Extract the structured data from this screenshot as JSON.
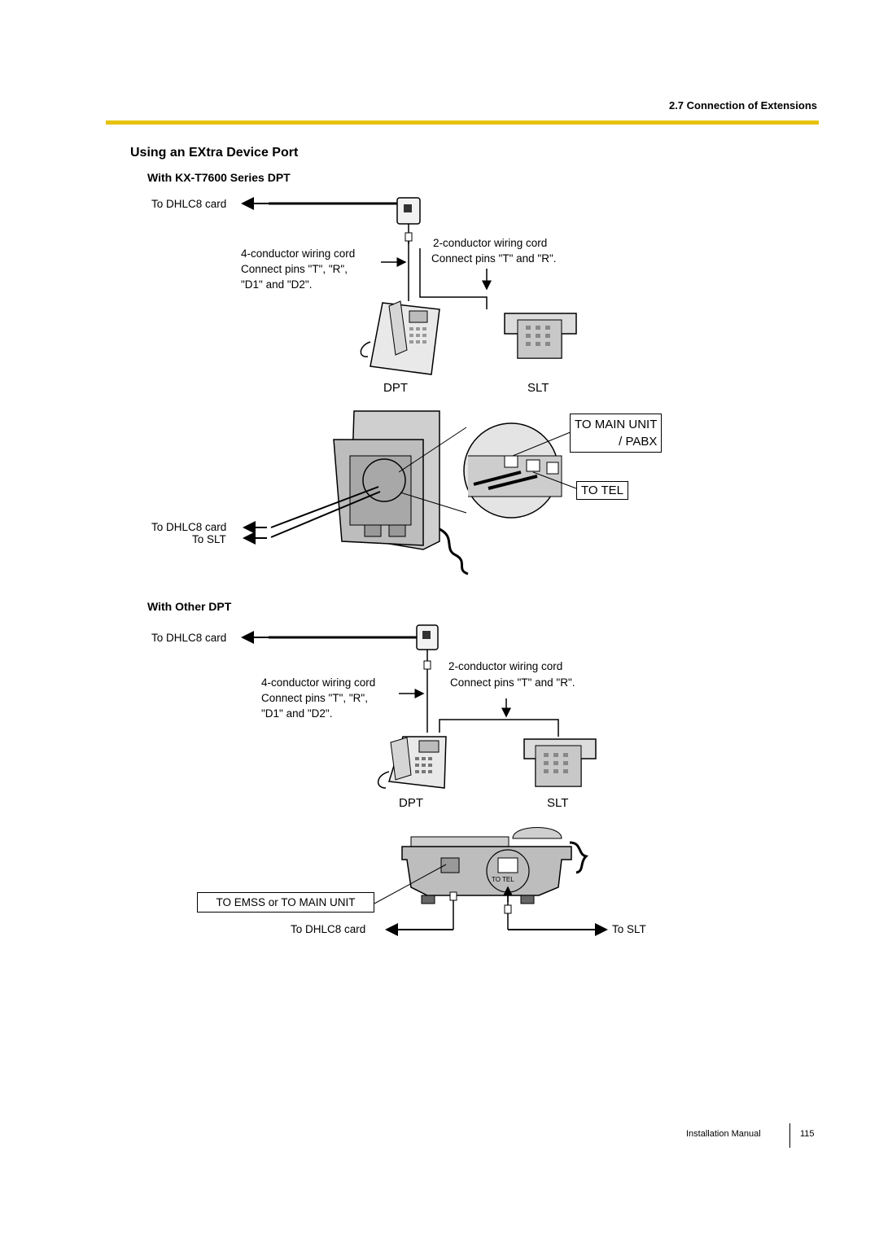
{
  "header": {
    "section_title": "2.7 Connection of Extensions"
  },
  "page": {
    "heading": "Using an EXtra Device Port",
    "section1": {
      "title": "With KX-T7600 Series DPT",
      "to_dhlc8_card": "To DHLC8 card",
      "four_cond_line1": "4-conductor wiring cord",
      "four_cond_line2": "Connect pins \"T\", \"R\",",
      "four_cond_line3": "\"D1\" and \"D2\".",
      "two_cond_line1": "2-conductor wiring cord",
      "two_cond_line2": "Connect pins \"T\" and \"R\".",
      "dpt": "DPT",
      "slt": "SLT",
      "to_main_unit_line1": "TO MAIN UNIT",
      "to_main_unit_line2": "/ PABX",
      "to_tel": "TO TEL",
      "to_dhlc8_card_2": "To DHLC8 card",
      "to_slt": "To SLT"
    },
    "section2": {
      "title": "With Other DPT",
      "to_dhlc8_card": "To DHLC8 card",
      "four_cond_line1": "4-conductor wiring cord",
      "four_cond_line2": "Connect pins \"T\", \"R\",",
      "four_cond_line3": "\"D1\" and \"D2\".",
      "two_cond_line1": "2-conductor wiring cord",
      "two_cond_line2": "Connect pins \"T\" and \"R\".",
      "dpt": "DPT",
      "slt": "SLT",
      "to_tel_small": "TO TEL",
      "to_emss": "TO EMSS or TO MAIN UNIT",
      "to_dhlc8_card_2": "To DHLC8 card",
      "to_slt": "To SLT"
    }
  },
  "footer": {
    "manual": "Installation Manual",
    "page_number": "115"
  },
  "colors": {
    "accent_rule": "#e6c20a"
  }
}
